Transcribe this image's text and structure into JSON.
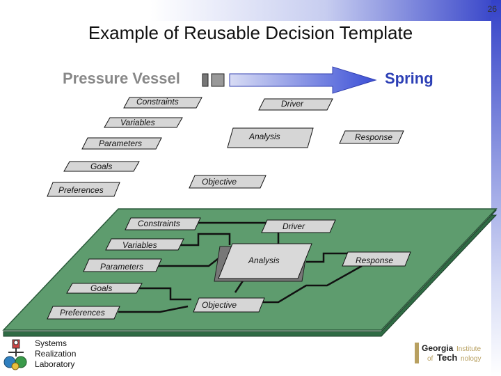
{
  "page_number": "26",
  "title": "Example of Reusable Decision Template",
  "transition": {
    "from": "Pressure Vessel",
    "to": "Spring"
  },
  "template": {
    "constraints": "Constraints",
    "driver": "Driver",
    "variables": "Variables",
    "analysis": "Analysis",
    "response": "Response",
    "parameters": "Parameters",
    "goals": "Goals",
    "objective": "Objective",
    "preferences": "Preferences"
  },
  "footer": {
    "srl_lines": [
      {
        "initial": "S",
        "rest": "ystems"
      },
      {
        "initial": "R",
        "rest": "ealization"
      },
      {
        "initial": "L",
        "rest": "aboratory"
      }
    ],
    "logo": "Georgia Institute of Technology"
  },
  "colors": {
    "board": "#5e9c6e",
    "arrow": "#3b4fd6",
    "band": "#3341c8"
  }
}
